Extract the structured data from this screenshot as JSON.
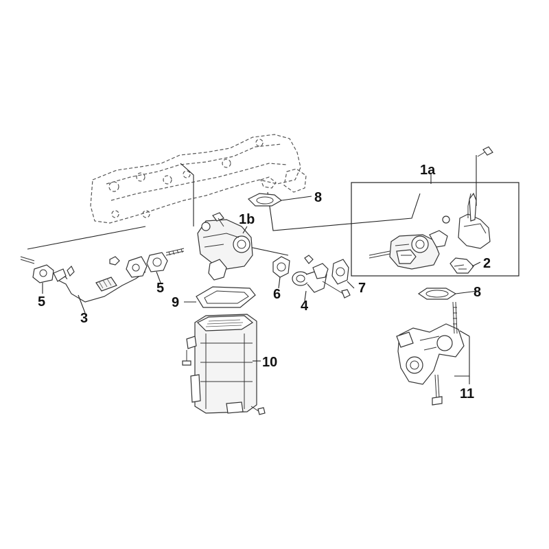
{
  "callouts": {
    "c1a": "1a",
    "c1b": "1b",
    "c2": "2",
    "c3": "3",
    "c4": "4",
    "c5_left": "5",
    "c5_mid": "5",
    "c6": "6",
    "c7": "7",
    "c8_top": "8",
    "c8_right": "8",
    "c9": "9",
    "c10": "10",
    "c11": "11"
  }
}
